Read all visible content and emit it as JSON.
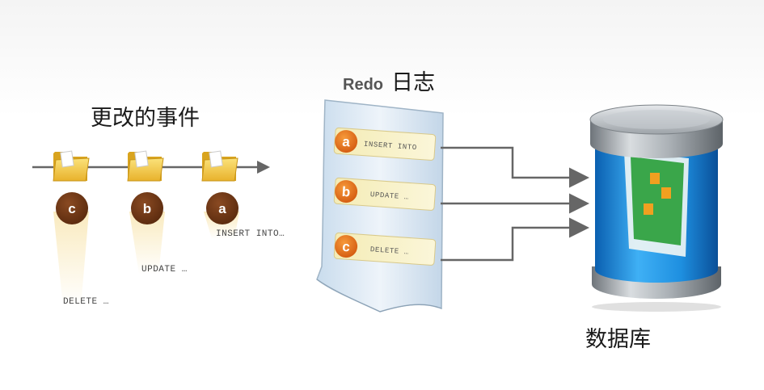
{
  "titles": {
    "changes": "更改的事件",
    "redo_en": "Redo",
    "redo_zh": "日志",
    "database": "数据库"
  },
  "events": [
    {
      "letter": "c",
      "statement": "DELETE …"
    },
    {
      "letter": "b",
      "statement": "UPDATE …"
    },
    {
      "letter": "a",
      "statement": "INSERT INTO…"
    }
  ],
  "log_entries": [
    {
      "letter": "a",
      "statement": "INSERT INTO"
    },
    {
      "letter": "b",
      "statement": "UPDATE …"
    },
    {
      "letter": "c",
      "statement": "DELETE …"
    }
  ],
  "colors": {
    "event_badge": "#6b3212",
    "log_badge": "#e8701a",
    "folder": "#f2c445",
    "arrow": "#666666",
    "db_blue": "#1e8fe0",
    "db_green": "#3aa64a",
    "db_orange": "#f0a020"
  },
  "icons": [
    "folder-icon",
    "document-icon",
    "database-icon"
  ]
}
